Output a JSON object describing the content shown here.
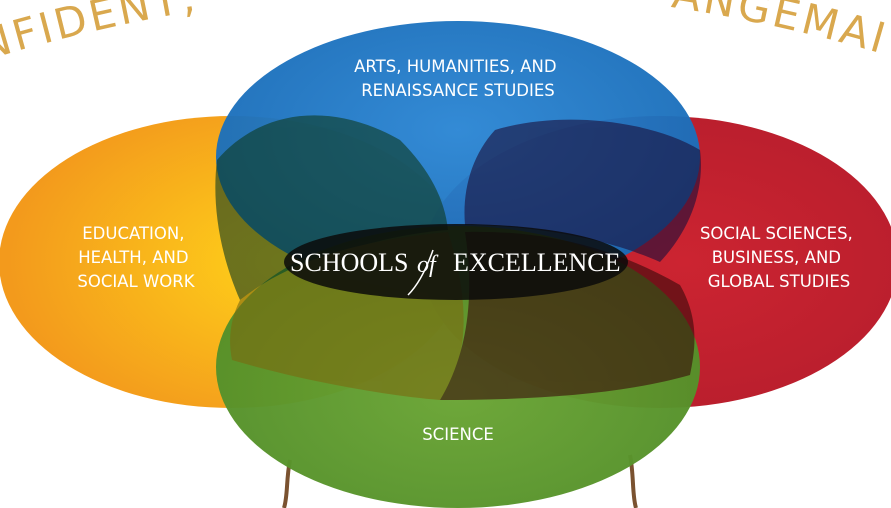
{
  "banner": {
    "left_text": "ONFIDENT,",
    "right_text": "ANGEMAI"
  },
  "circles": {
    "top": {
      "label_lines": [
        "ARTS, HUMANITIES, AND",
        "RENAISSANCE STUDIES"
      ],
      "color": "#1e73be"
    },
    "left": {
      "label_lines": [
        "EDUCATION,",
        "HEALTH, AND",
        "SOCIAL WORK"
      ],
      "color": "#f5a01e"
    },
    "right": {
      "label_lines": [
        "SOCIAL SCIENCES,",
        "BUSINESS, AND",
        "GLOBAL STUDIES"
      ],
      "color": "#c0202f"
    },
    "bottom": {
      "label_lines": [
        "SCIENCE"
      ],
      "color": "#5f9a2e"
    }
  },
  "center": {
    "part1": "SCHOOLS",
    "part2": "of",
    "part3": "EXCELLENCE"
  }
}
